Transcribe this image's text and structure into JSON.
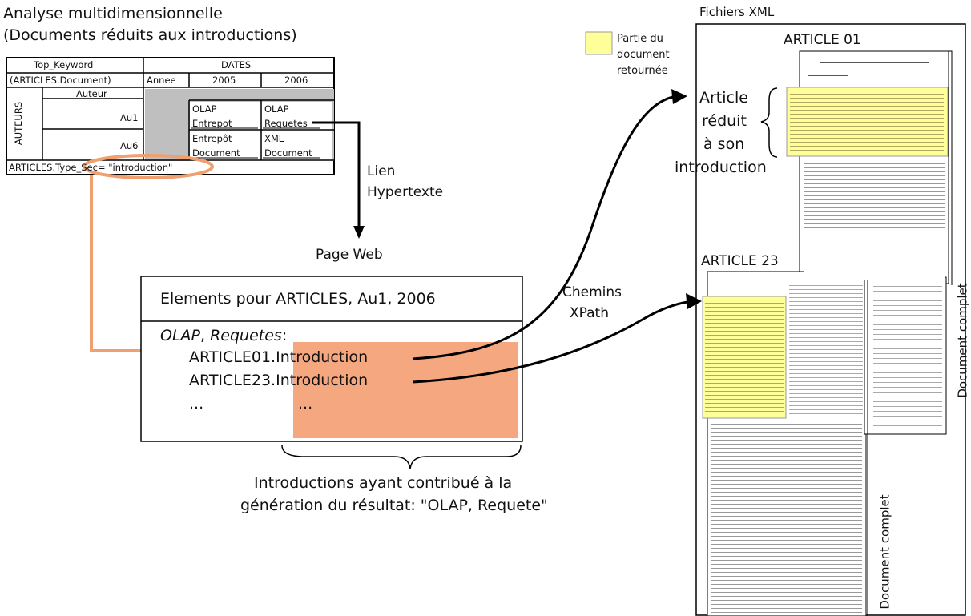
{
  "title": {
    "line1": "Analyse multidimensionnelle",
    "line2": "(Documents réduits aux introductions)"
  },
  "cube": {
    "header_left_line1": "Top_Keyword",
    "header_left_line2": "(ARTICLES.Document)",
    "dates_label": "DATES",
    "annee_label": "Annee",
    "year_2005": "2005",
    "year_2006": "2006",
    "auteurs_label": "AUTEURS",
    "auteur_label": "Auteur",
    "row1": "Au1",
    "row2": "Au6",
    "cells": {
      "r1c1_line1": "OLAP",
      "r1c1_line2": "Entrepot",
      "r1c2_line1": "OLAP",
      "r1c2_line2": "Requetes",
      "r2c1_line1": "Entrepôt",
      "r2c1_line2": "Document",
      "r2c2_line1": "XML",
      "r2c2_line2": "Document"
    },
    "filter": "ARTICLES.Type_Sec= \"introduction\""
  },
  "hyperlink": {
    "line1": "Lien",
    "line2": "Hypertexte"
  },
  "page_web": "Page Web",
  "result_box": {
    "header": "Elements pour ARTICLES, Au1, 2006",
    "query_italic_1": "OLAP",
    "query_sep": ", ",
    "query_italic_2": "Requetes",
    "query_colon": ":",
    "row1_prefix": "ARTICLE01.",
    "row1_suffix": "Introduction",
    "row2_prefix": "ARTICLE23.",
    "row2_suffix": "Introduction",
    "row3_prefix": "...",
    "row3_suffix": "..."
  },
  "caption": {
    "line1": "Introductions ayant contribué à la",
    "line2": "génération du résultat: \"OLAP, Requete\""
  },
  "xpath": {
    "line1": "Chemins",
    "line2": "XPath"
  },
  "legend": {
    "line1": "Partie du",
    "line2": "document",
    "line3": "retournée",
    "color": "#ffff99"
  },
  "fichiers_xml": "Fichiers XML",
  "article01": "ARTICLE 01",
  "article23": "ARTICLE 23",
  "reduced": {
    "line1": "Article",
    "line2": "réduit",
    "line3": "à son",
    "line4": "introduction"
  },
  "document_complet": "Document complet",
  "colors": {
    "highlight": "#ffff99",
    "result_fill": "#f5a880",
    "orange_line": "#f0a070",
    "grey": "#bfbfbf"
  }
}
